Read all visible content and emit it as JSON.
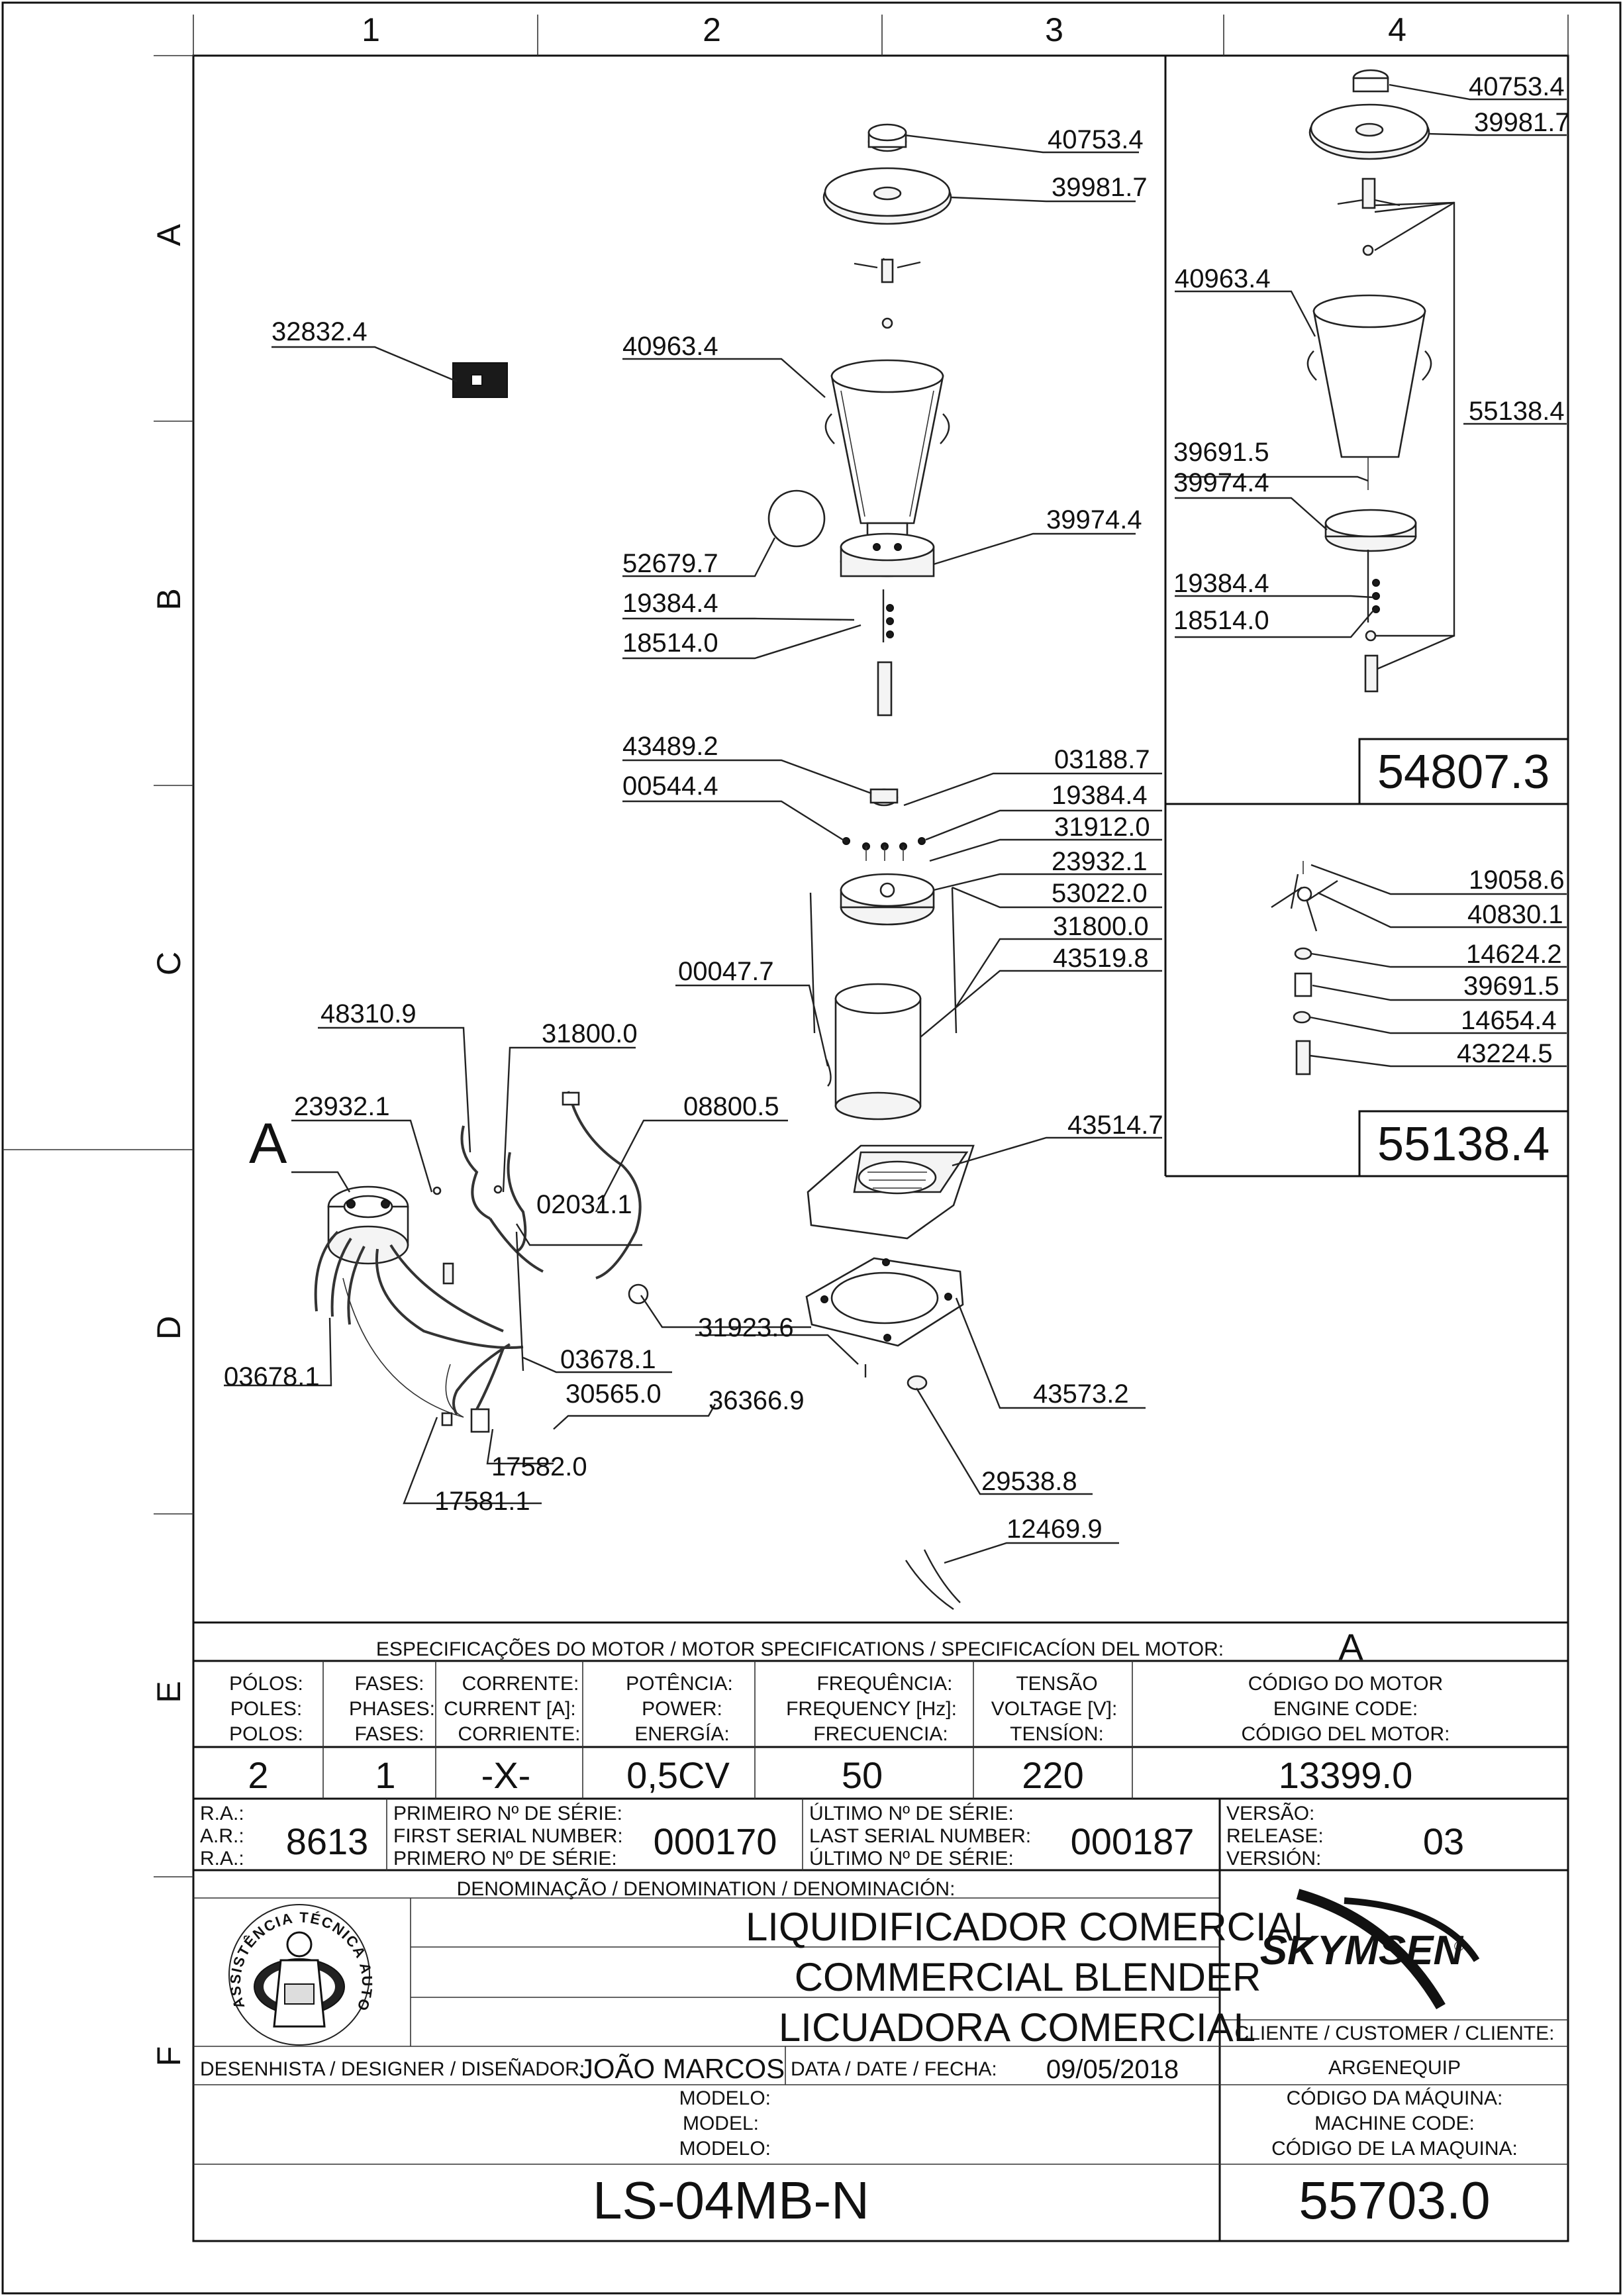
{
  "grid": {
    "columns": [
      "1",
      "2",
      "3",
      "4"
    ],
    "rows": [
      "A",
      "B",
      "C",
      "D",
      "E",
      "F"
    ]
  },
  "parts": {
    "p40753_4_a": "40753.4",
    "p39981_7_a": "39981.7",
    "p40963_4_a": "40963.4",
    "p32832_4": "32832.4",
    "p52679_7": "52679.7",
    "p39974_4_a": "39974.4",
    "p19384_4_a": "19384.4",
    "p18514_0_a": "18514.0",
    "p43489_2": "43489.2",
    "p00544_4": "00544.4",
    "p03188_7": "03188.7",
    "p19384_4_b": "19384.4",
    "p31912_0": "31912.0",
    "p23932_1_a": "23932.1",
    "p53022_0": "53022.0",
    "p31800_0_a": "31800.0",
    "p43519_8": "43519.8",
    "p00047_7": "00047.7",
    "p48310_9": "48310.9",
    "p31800_0_b": "31800.0",
    "p23932_1_b": "23932.1",
    "p08800_5": "08800.5",
    "p02031_1": "02031.1",
    "p43514_7": "43514.7",
    "p31923_6": "31923.6",
    "p03678_1_a": "03678.1",
    "p03678_1_b": "03678.1",
    "p30565_0": "30565.0",
    "p36366_9": "36366.9",
    "p43573_2": "43573.2",
    "p17582_0": "17582.0",
    "p17581_1": "17581.1",
    "p29538_8": "29538.8",
    "p12469_9": "12469.9",
    "p40753_4_b": "40753.4",
    "p39981_7_b": "39981.7",
    "p40963_4_b": "40963.4",
    "p55138_4_small": "55138.4",
    "p39691_5_a": "39691.5",
    "p39974_4_b": "39974.4",
    "p19384_4_c": "19384.4",
    "p18514_0_b": "18514.0",
    "p19058_6": "19058.6",
    "p40830_1": "40830.1",
    "p14624_2": "14624.2",
    "p39691_5_b": "39691.5",
    "p14654_4": "14654.4",
    "p43224_5": "43224.5"
  },
  "callouts": {
    "detail_a": "A",
    "box_upper": "54807.3",
    "box_lower": "55138.4"
  },
  "motor_specs": {
    "heading": "ESPECIFICAÇÕES DO MOTOR / MOTOR SPECIFICATIONS / SPECIFICACÍON DEL MOTOR:",
    "heading_ref": "A",
    "columns": [
      {
        "pt": "PÓLOS:",
        "en": "POLES:",
        "es": "POLOS:",
        "value": "2"
      },
      {
        "pt": "FASES:",
        "en": "PHASES:",
        "es": "FASES:",
        "value": "1"
      },
      {
        "pt": "CORRENTE:",
        "en": "CURRENT [A]:",
        "es": "CORRIENTE:",
        "value": "-X-"
      },
      {
        "pt": "POTÊNCIA:",
        "en": "POWER:",
        "es": "ENERGÍA:",
        "value": "0,5CV"
      },
      {
        "pt": "FREQUÊNCIA:",
        "en": "FREQUENCY [Hz]:",
        "es": "FRECUENCIA:",
        "value": "50"
      },
      {
        "pt": "TENSÃO",
        "en": "VOLTAGE [V]:",
        "es": "TENSÍON:",
        "value": "220"
      },
      {
        "pt": "CÓDIGO DO MOTOR",
        "en": "ENGINE CODE:",
        "es": "CÓDIGO DEL MOTOR:",
        "value": "13399.0"
      }
    ]
  },
  "serials": {
    "ra_pt": "R.A.:",
    "ra_en": "A.R.:",
    "ra_es": "R.A.:",
    "ra_value": "8613",
    "first_pt": "PRIMEIRO Nº DE SÉRIE:",
    "first_en": "FIRST SERIAL NUMBER:",
    "first_es": "PRIMERO Nº DE SÉRIE:",
    "first_value": "000170",
    "last_pt": "ÚLTIMO Nº DE SÉRIE:",
    "last_en": "LAST SERIAL NUMBER:",
    "last_es": "ÚLTIMO Nº DE SÉRIE:",
    "last_value": "000187",
    "version_pt": "VERSÃO:",
    "version_en": "RELEASE:",
    "version_es": "VERSIÓN:",
    "version_value": "03"
  },
  "title_block": {
    "denomination_label": "DENOMINAÇÃO / DENOMINATION / DENOMINACIÓN:",
    "name_pt": "LIQUIDIFICADOR COMERCIAL",
    "name_en": "COMMERCIAL BLENDER",
    "name_es": "LICUADORA COMERCIAL",
    "brand": "SKYMSEN",
    "brand_mark": "®",
    "seal_text": "ASSISTÊNCIA TÉCNICA AUTORIZADA",
    "client_label": "CLIENTE / CUSTOMER / CLIENTE:",
    "client_value": "ARGENEQUIP",
    "designer_label": "DESENHISTA / DESIGNER / DISEÑADOR:",
    "designer_value": "JOÃO MARCOS",
    "date_label": "DATA / DATE / FECHA:",
    "date_value": "09/05/2018",
    "model_pt": "MODELO:",
    "model_en": "MODEL:",
    "model_es": "MODELO:",
    "model_value": "LS-04MB-N",
    "machine_pt": "CÓDIGO DA MÁQUINA:",
    "machine_en": "MACHINE CODE:",
    "machine_es": "CÓDIGO DE LA MAQUINA:",
    "machine_value": "55703.0"
  }
}
